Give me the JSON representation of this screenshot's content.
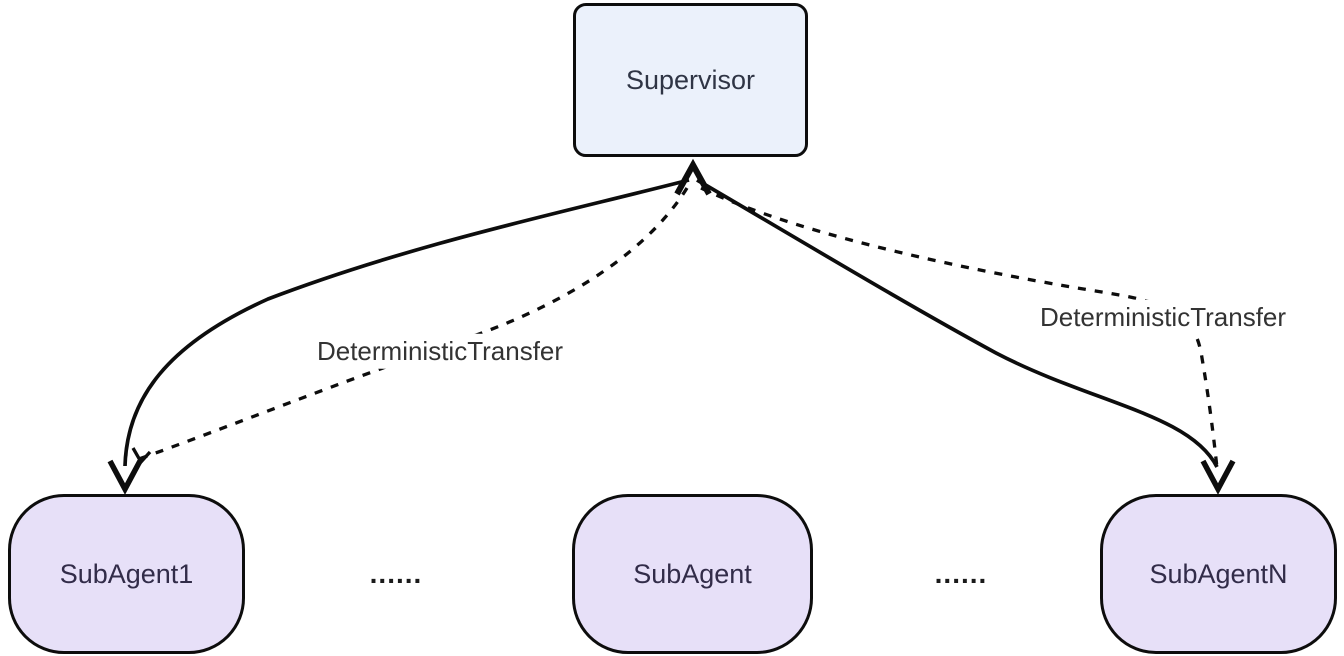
{
  "diagram": {
    "supervisor": {
      "label": "Supervisor"
    },
    "subagents": [
      {
        "label": "SubAgent1"
      },
      {
        "label": "SubAgent"
      },
      {
        "label": "SubAgentN"
      }
    ],
    "separators": [
      "......",
      "......"
    ],
    "edge_labels": [
      {
        "text": "DeterministicTransfer",
        "side": "left"
      },
      {
        "text": "DeterministicTransfer",
        "side": "right"
      }
    ],
    "edges": [
      {
        "from": "SubAgent1",
        "to": "Supervisor",
        "style": "solid"
      },
      {
        "from": "Supervisor",
        "to": "SubAgent1",
        "style": "dashed",
        "label": "DeterministicTransfer"
      },
      {
        "from": "Supervisor",
        "to": "SubAgentN",
        "style": "solid"
      },
      {
        "from": "SubAgentN",
        "to": "Supervisor",
        "style": "dashed",
        "label": "DeterministicTransfer"
      }
    ],
    "colors": {
      "background": "#ffffff",
      "supervisor_fill": "#EBF1FB",
      "subagent_fill": "#E7E0F8",
      "node_border": "#0d0d0d",
      "edge_line": "#0d0d0d",
      "node_text": "#322c49",
      "edge_label_text": "#333333"
    }
  }
}
